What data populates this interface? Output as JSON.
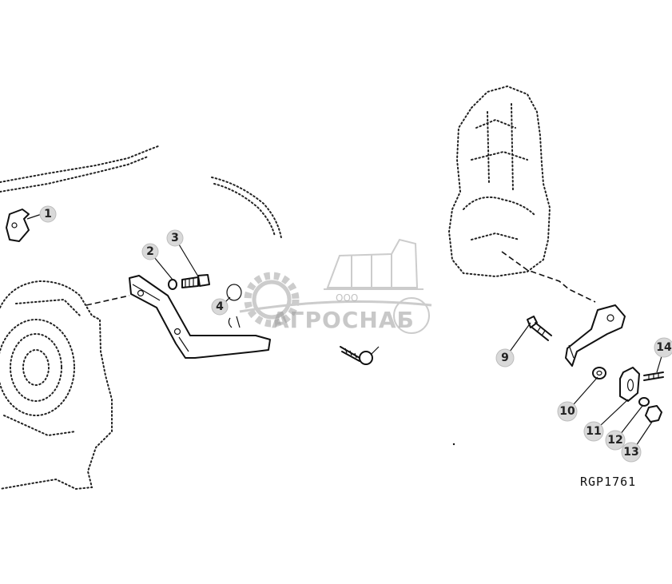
{
  "callouts": [
    {
      "id": "1",
      "label": "1"
    },
    {
      "id": "2",
      "label": "2"
    },
    {
      "id": "3",
      "label": "3"
    },
    {
      "id": "4",
      "label": "4"
    },
    {
      "id": "9",
      "label": "9"
    },
    {
      "id": "10",
      "label": "10"
    },
    {
      "id": "11",
      "label": "11"
    },
    {
      "id": "12",
      "label": "12"
    },
    {
      "id": "13",
      "label": "13"
    },
    {
      "id": "14",
      "label": "14"
    }
  ],
  "reference_code": "RGP1761",
  "watermark": {
    "prefix": "ООО",
    "brand": "АГРОСНАБ"
  },
  "colors": {
    "line": "#111111",
    "callout_fill": "#d9d9d9",
    "watermark": "#9a9a9a"
  }
}
